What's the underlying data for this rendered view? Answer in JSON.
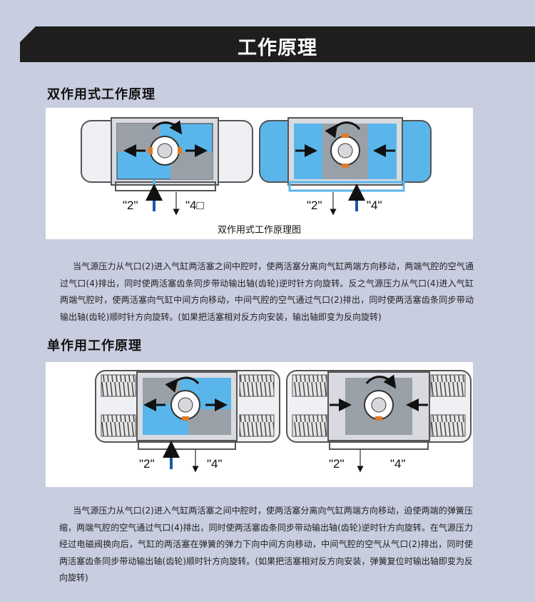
{
  "banner": {
    "title": "工作原理"
  },
  "double_acting": {
    "heading": "双作用式工作原理",
    "caption": "双作用式工作原理图",
    "left_ports": [
      "\"2\"",
      "\"4□"
    ],
    "right_ports": [
      "\"2\"",
      "\"4\""
    ],
    "paragraph": "当气源压力从气口(2)进入气缸两活塞之间中腔时，使两活塞分离向气缸两端方向移动，两端气腔的空气通过气口(4)排出，同时使两活塞齿条同步带动输出轴(齿轮)逆时针方向旋转。反之气源压力从气口(4)进入气缸两端气腔时，使两活塞向气缸中间方向移动，中间气腔的空气通过气口(2)排出，同时使两活塞齿条同步带动输出轴(齿轮)顺时针方向旋转。(如果把活塞相对反方向安装，输出轴即变为反向旋转)"
  },
  "single_acting": {
    "heading": "单作用工作原理",
    "left_ports": [
      "\"2\"",
      "\"4\""
    ],
    "right_ports": [
      "\"2\"",
      "\"4\""
    ],
    "paragraph": "当气源压力从气口(2)进入气缸两活塞之间中腔时，使两活塞分离向气缸两端方向移动，迫使两端的弹簧压缩，两端气腔的空气通过气口(4)排出，同时使两活塞齿条同步带动输出轴(齿轮)逆时针方向旋转。在气源压力经过电磁阀换向后，气缸的两活塞在弹簧的弹力下向中间方向移动，中间气腔的空气从气口(2)排出，同时使两活塞齿条同步带动输出轴(齿轮)顺时针方向旋转。(如果把活塞相对反方向安装，弹簧复位时输出轴即变为反向旋转)"
  },
  "colors": {
    "background": "#c9cde0",
    "banner": "#1e1e1e",
    "air_blue": "#5ab6ea",
    "arrow_blue": "#1a5aa8",
    "gear_orange": "#e07a2a"
  }
}
